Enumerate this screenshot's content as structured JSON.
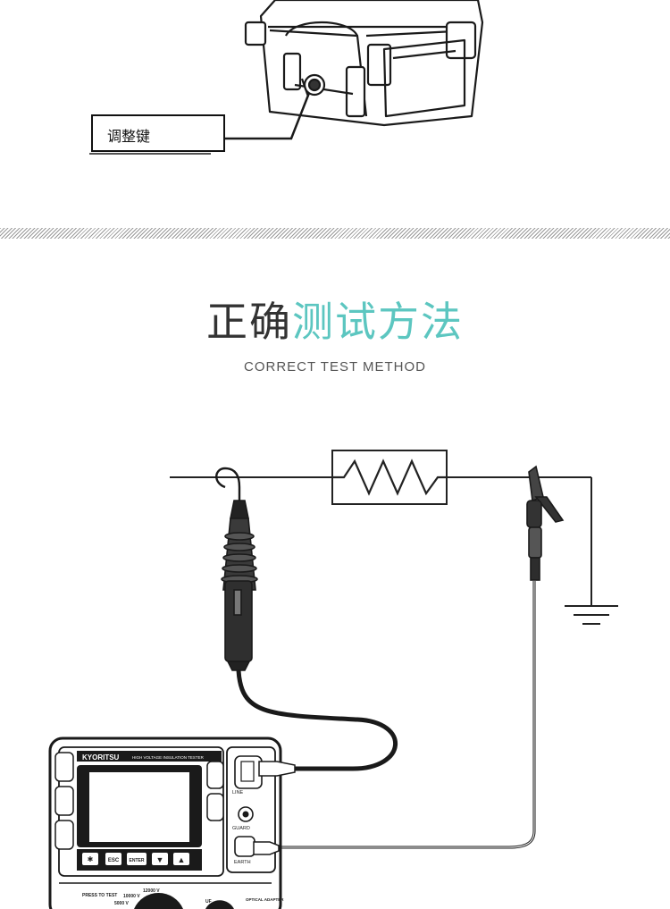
{
  "case_diagram": {
    "key_label": "调整键"
  },
  "section": {
    "title_dark": "正确",
    "title_accent": "测试方法",
    "subtitle": "CORRECT TEST METHOD"
  },
  "device": {
    "brand": "KYORITSU",
    "model_label": "HIGH VOLTAGE INSULATION TESTER",
    "buttons": [
      "ESC",
      "ENTER"
    ],
    "terminal_line": "LINE",
    "terminal_guard": "GUARD",
    "terminal_earth": "EARTH",
    "press_to_test": "PRESS TO TEST",
    "voltage_12000": "12000 V",
    "voltage_10000": "10000 V",
    "voltage_5000": "5000 V",
    "optical_adapter": "OPTICAL ADAPTER",
    "uf_label": "UF"
  },
  "colors": {
    "accent": "#5cc6c0",
    "title_dark": "#333333",
    "line": "#222222"
  }
}
